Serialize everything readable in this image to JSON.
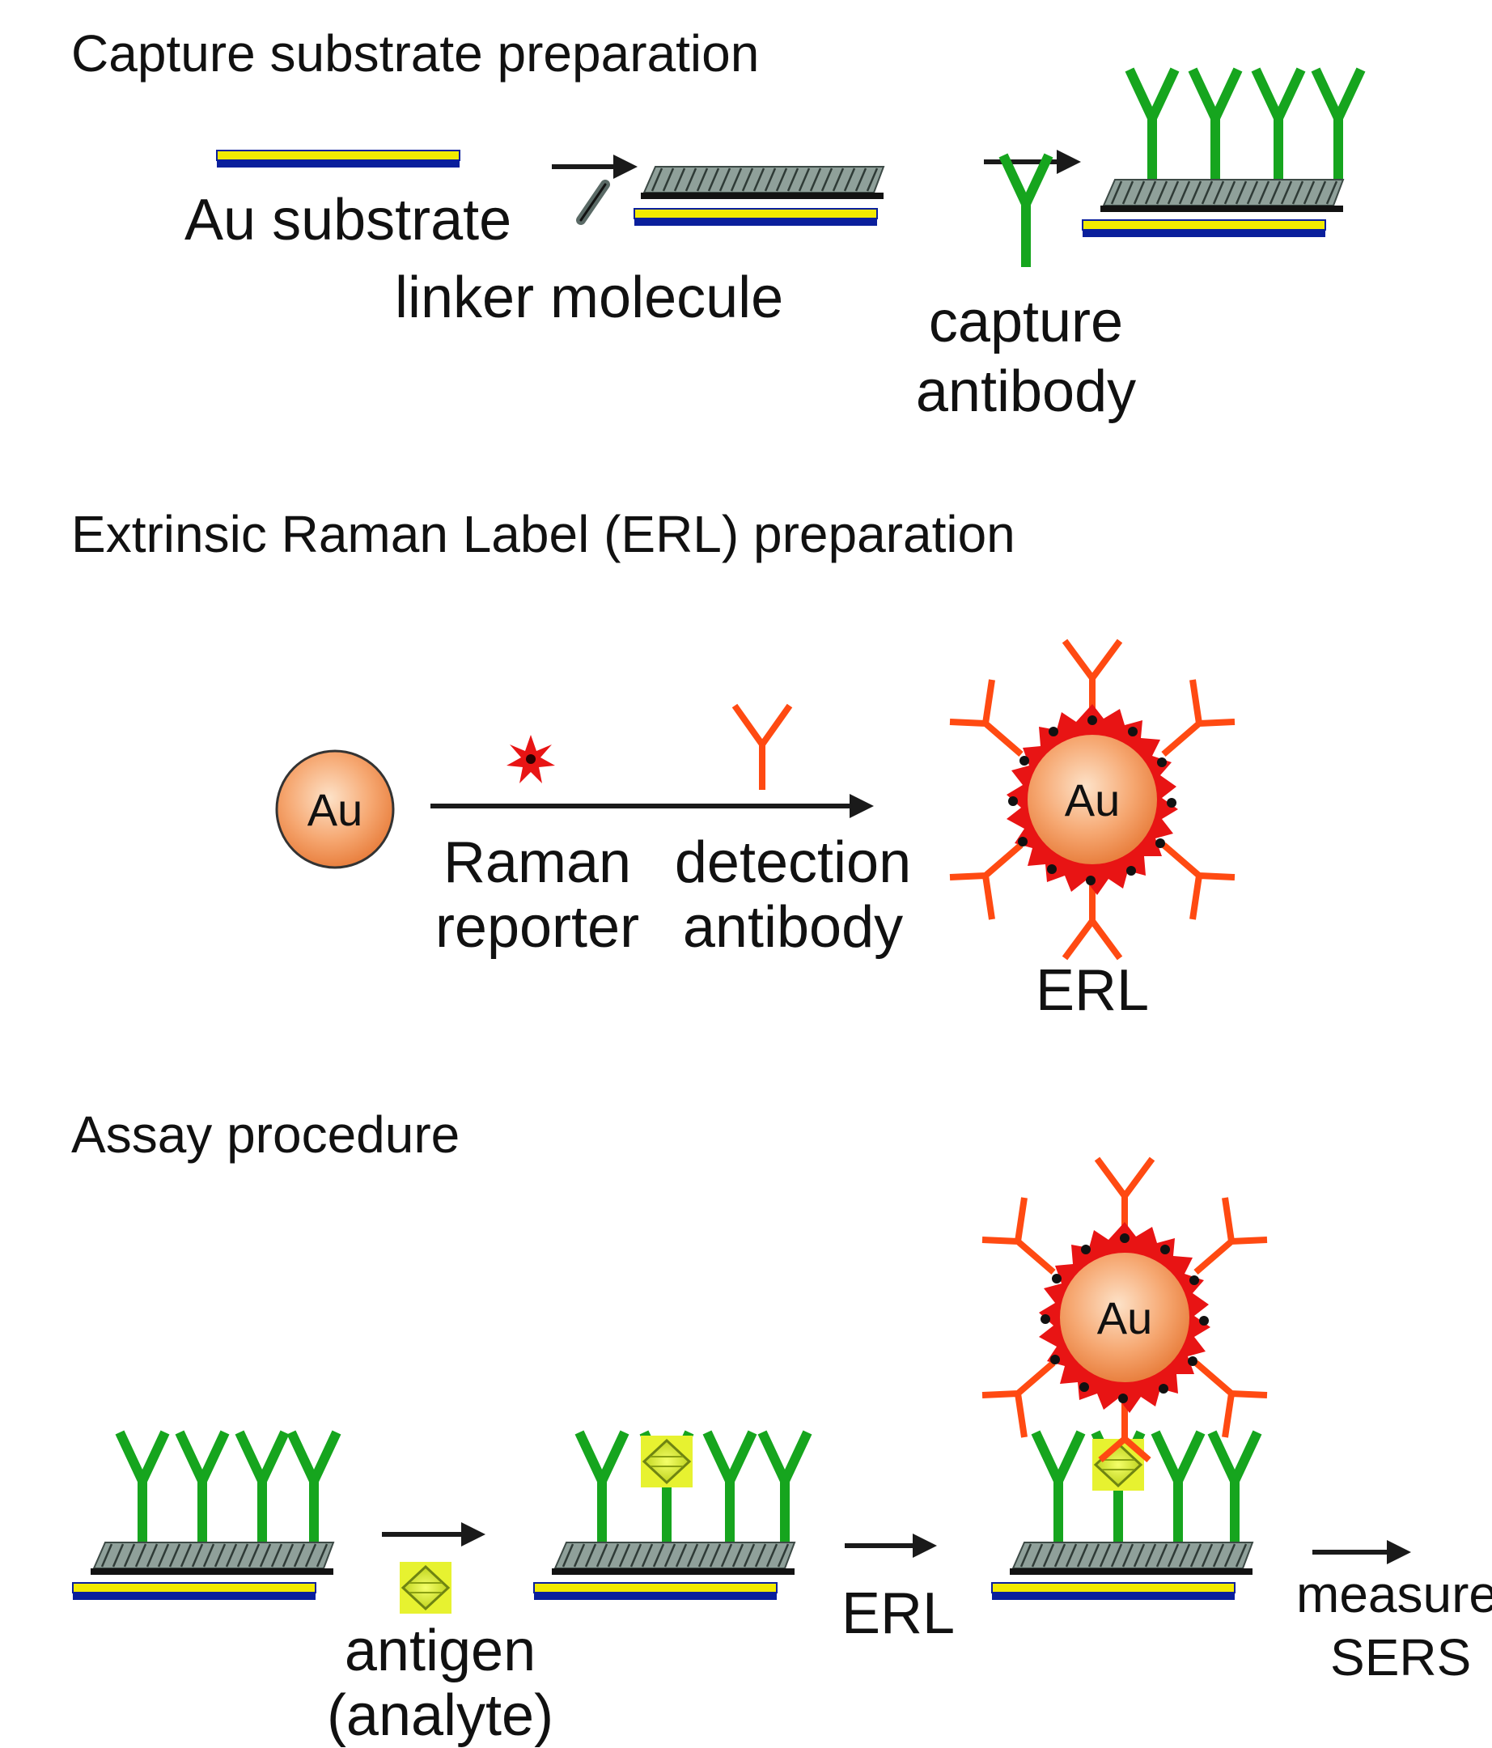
{
  "sections": {
    "capture": {
      "heading": "Capture substrate preparation",
      "au_substrate_label": "Au substrate",
      "linker_label": "linker molecule",
      "capture_label_1": "capture",
      "capture_label_2": "antibody"
    },
    "erl": {
      "heading": "Extrinsic Raman Label (ERL) preparation",
      "au_label": "Au",
      "raman_label_1": "Raman",
      "raman_label_2": "reporter",
      "detection_label_1": "detection",
      "detection_label_2": "antibody",
      "erl_au_label": "Au",
      "erl_label": "ERL"
    },
    "assay": {
      "heading": "Assay procedure",
      "antigen_label_1": "antigen",
      "antigen_label_2": "(analyte)",
      "erl_step_label": "ERL",
      "erl_au_label": "Au",
      "measure_label_1": "measure",
      "measure_label_2": "SERS"
    }
  },
  "colors": {
    "gold_layer": "#f2ea00",
    "blue_layer": "#0a1f9c",
    "capture_antibody": "#16a51e",
    "detection_antibody": "#ff4a12",
    "au_particle": "#f6a872",
    "raman_reporter": "#e81414",
    "antigen": "#d8ec1a",
    "linker_gray": "#7a8a84"
  }
}
